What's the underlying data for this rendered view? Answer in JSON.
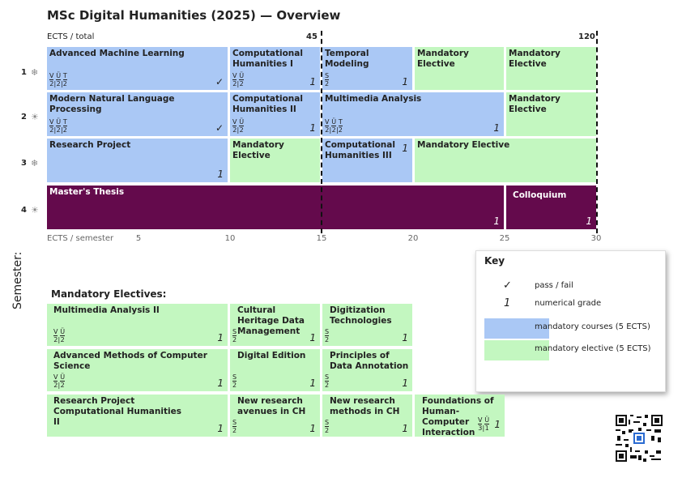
{
  "title": "MSc Digital Humanities (2025) — Overview",
  "ects_total_label": "ECTS / total",
  "ects_total_marks": [
    "45",
    "120"
  ],
  "ects_semester_label": "ECTS / semester",
  "ects_ticks": [
    "5",
    "10",
    "15",
    "20",
    "25",
    "30"
  ],
  "semester_axis_label": "Semester:",
  "semesters": [
    {
      "num": "1",
      "icon": "❄"
    },
    {
      "num": "2",
      "icon": "☀"
    },
    {
      "num": "3",
      "icon": "❄"
    },
    {
      "num": "4",
      "icon": "☀"
    }
  ],
  "courses": {
    "aml": {
      "name": "Advanced Machine Learning",
      "c1": "V",
      "c2": "Ü",
      "c3": "T",
      "n1": "2",
      "n2": "2",
      "n3": "2",
      "grade": "✓"
    },
    "ch1": {
      "name": "Computational Humanities I",
      "c1": "V",
      "c2": "Ü",
      "n1": "2",
      "n2": "2",
      "grade": "1"
    },
    "tm": {
      "name": "Temporal Modeling",
      "c1": "S",
      "n1": "2",
      "grade": "1"
    },
    "me1a": {
      "name": "Mandatory Elective"
    },
    "me1b": {
      "name": "Mandatory Elective"
    },
    "mnlp": {
      "name": "Modern Natural Language Processing",
      "c1": "V",
      "c2": "Ü",
      "c3": "T",
      "n1": "2",
      "n2": "2",
      "n3": "2",
      "grade": "✓"
    },
    "ch2": {
      "name": "Computational Humanities II",
      "c1": "V",
      "c2": "Ü",
      "n1": "2",
      "n2": "2",
      "grade": "1"
    },
    "mma": {
      "name": "Multimedia Analysis",
      "c1": "V",
      "c2": "Ü",
      "c3": "T",
      "n1": "2",
      "n2": "2",
      "n3": "2",
      "grade": "1"
    },
    "me2": {
      "name": "Mandatory Elective"
    },
    "rp": {
      "name": "Research Project",
      "grade": "1"
    },
    "me3a": {
      "name": "Mandatory Elective"
    },
    "ch3": {
      "name": "Computational Humanities III",
      "grade": "1"
    },
    "me3b": {
      "name": "Mandatory Elective"
    },
    "thesis": {
      "name": "Master's Thesis",
      "grade": "1"
    },
    "coll": {
      "name": "Colloquium",
      "grade": "1"
    }
  },
  "electives_heading": "Mandatory Electives:",
  "electives": {
    "mma2": {
      "name": "Multimedia Analysis II",
      "c1": "V",
      "c2": "Ü",
      "n1": "2",
      "n2": "2",
      "grade": "1"
    },
    "chdm": {
      "name": "Cultural Heritage Data Management",
      "c1": "S",
      "n1": "2",
      "grade": "1"
    },
    "dt": {
      "name": "Digitization Technologies",
      "c1": "S",
      "n1": "2",
      "grade": "1"
    },
    "amcs": {
      "name": "Advanced Methods of Computer Science",
      "c1": "V",
      "c2": "Ü",
      "n1": "2",
      "n2": "2",
      "grade": "1"
    },
    "de": {
      "name": "Digital Edition",
      "c1": "S",
      "n1": "2",
      "grade": "1"
    },
    "pda": {
      "name": "Principles of Data Annotation",
      "c1": "S",
      "n1": "2",
      "grade": "1"
    },
    "rpch2": {
      "name": "Research Project Computational Humanities II",
      "grade": "1"
    },
    "nra": {
      "name": "New research avenues in CH",
      "c1": "S",
      "n1": "2",
      "grade": "1"
    },
    "nrm": {
      "name": "New research methods in CH",
      "c1": "S",
      "n1": "2",
      "grade": "1"
    },
    "fhci": {
      "name": "Foundations of Human-Computer Interaction",
      "c1": "V",
      "c2": "Ü",
      "n1": "3",
      "n2": "1",
      "grade": "1"
    }
  },
  "key": {
    "title": "Key",
    "check_symbol": "✓",
    "check_label": "pass / fail",
    "grade_symbol": "1",
    "grade_label": "numerical grade",
    "blue_label": "mandatory courses (5 ECTS)",
    "green_label": "mandatory elective (5 ECTS)"
  },
  "colors": {
    "mandatory": "#aac8f5",
    "elective": "#c3f7c0",
    "thesis": "#640a4c"
  }
}
